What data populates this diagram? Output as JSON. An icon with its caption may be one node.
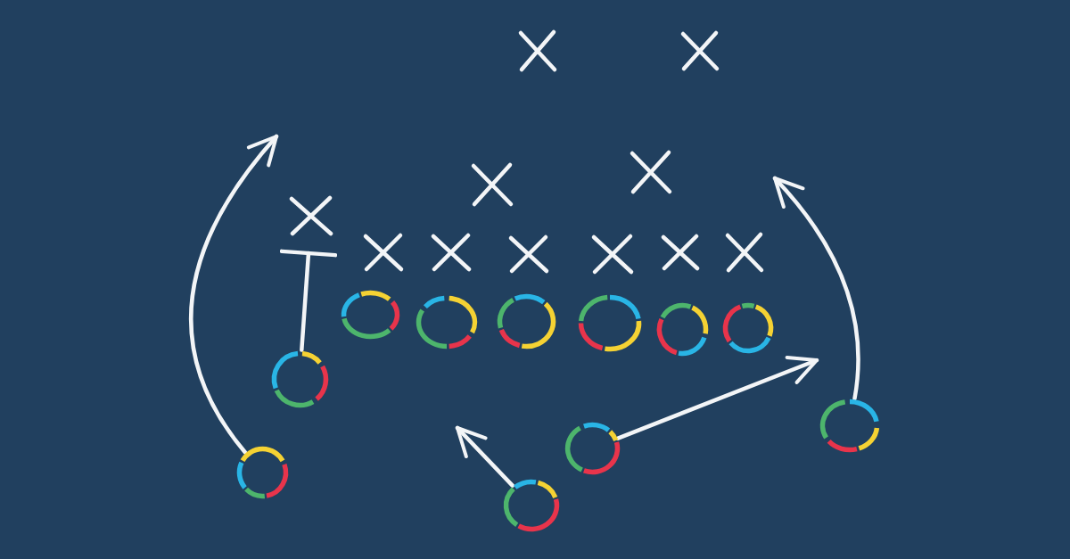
{
  "diagram": {
    "nodes": [
      {
        "text": [],
        "shape": "cross"
      },
      {
        "text": [],
        "shape": "cross"
      },
      {
        "text": [],
        "shape": "cross"
      },
      {
        "text": [],
        "shape": "cross"
      },
      {
        "text": [],
        "shape": "cross"
      },
      {
        "text": [],
        "shape": "cross"
      },
      {
        "text": [],
        "shape": "cross"
      },
      {
        "text": [],
        "shape": "cross"
      },
      {
        "text": [],
        "shape": "cross"
      },
      {
        "text": [],
        "shape": "cross"
      },
      {
        "text": [],
        "shape": "cross"
      },
      {
        "text": [],
        "shape": "circle"
      },
      {
        "text": [],
        "shape": "circle"
      },
      {
        "text": [],
        "shape": "circle"
      },
      {
        "text": [],
        "shape": "circle"
      },
      {
        "text": [],
        "shape": "circle"
      },
      {
        "text": [],
        "shape": "circle"
      },
      {
        "text": [],
        "shape": "circle"
      },
      {
        "text": [],
        "shape": "circle"
      },
      {
        "text": [],
        "shape": "circle"
      },
      {
        "text": [],
        "shape": "circle"
      },
      {
        "text": [],
        "shape": "circle"
      }
    ],
    "edges": [
      {
        "from": 17,
        "to": 4,
        "arrow": "other"
      },
      {
        "from": 20,
        "to": null,
        "arrow": "to"
      },
      {
        "from": 21,
        "to": null,
        "arrow": "to"
      },
      {
        "from": 19,
        "to": null,
        "arrow": "to"
      },
      {
        "from": 18,
        "to": null,
        "arrow": "to"
      }
    ]
  }
}
